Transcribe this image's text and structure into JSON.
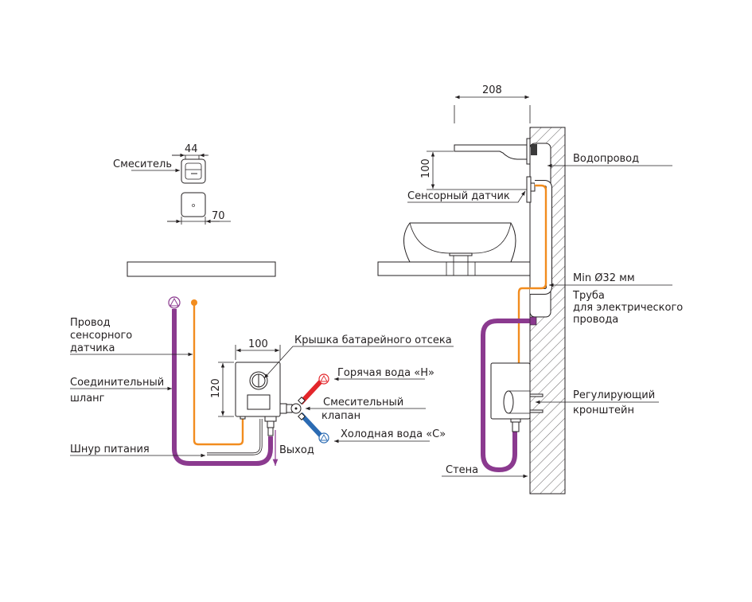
{
  "colors": {
    "hose": "#8b3a8f",
    "sensor_wire": "#f28c1e",
    "hot": "#e3262b",
    "cold": "#2b6bb3",
    "line": "#231f20",
    "hatch": "#231f20"
  },
  "top_view": {
    "mixer_label": "Смеситель",
    "dim_width_mixer": "44",
    "dim_width_sensor": "70",
    "sensor_glyph": "o"
  },
  "left_view": {
    "labels": {
      "sensor_wire_1": "Провод",
      "sensor_wire_2": "сенсорного",
      "sensor_wire_3": "датчика",
      "hose_1": "Соединительный",
      "hose_2": "шланг",
      "power_cord": "Шнур питания",
      "battery_cover": "Крышка батарейного отсека",
      "hot_water": "Горячая вода «Н»",
      "mixing_valve_1": "Смесительный",
      "mixing_valve_2": "клапан",
      "cold_water": "Холодная вода «С»",
      "outlet": "Выход"
    },
    "dims": {
      "box_width": "100",
      "box_height": "120"
    }
  },
  "right_view": {
    "dims": {
      "spout_length": "208",
      "spout_height": "100"
    },
    "labels": {
      "water_pipe": "Водопровод",
      "sensor": "Сенсорный датчик",
      "min_diameter": "Min Ø32 мм",
      "conduit_1": "Труба",
      "conduit_2": "для электрического",
      "conduit_3": "провода",
      "bracket_1": "Регулирующий",
      "bracket_2": "кронштейн",
      "wall": "Стена"
    }
  }
}
